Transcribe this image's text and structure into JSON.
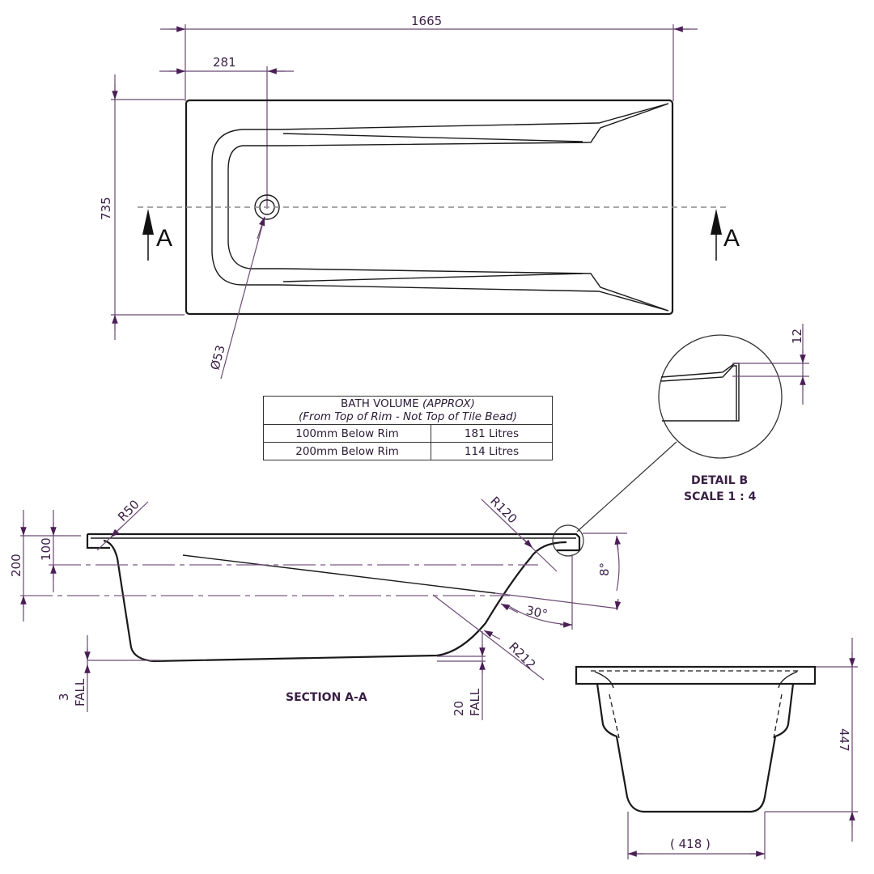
{
  "drawing": {
    "plan_view": {
      "overall_length": "1665",
      "waste_offset": "281",
      "overall_width": "735",
      "waste_diameter": "Ø53",
      "section_marker_left": "A",
      "section_marker_right": "A"
    },
    "volume_table": {
      "title": "BATH VOLUME",
      "title_note": "(APPROX)",
      "subtitle": "(From Top of Rim - Not Top of Tile Bead)",
      "rows": [
        {
          "depth": "100mm Below Rim",
          "volume": "181 Litres"
        },
        {
          "depth": "200mm Below Rim",
          "volume": "114 Litres"
        }
      ]
    },
    "detail_b": {
      "title": "DETAIL B",
      "scale": "SCALE 1 : 4",
      "bead_height": "12"
    },
    "section_aa": {
      "title": "SECTION A-A",
      "radius_head": "R50",
      "radius_foot_top": "R120",
      "radius_foot_bottom": "R212",
      "depth_100": "100",
      "depth_200": "200",
      "angle_slope": "8°",
      "angle_backrest": "30°",
      "fall_head_value": "3",
      "fall_head_label": "FALL",
      "fall_foot_value": "20",
      "fall_foot_label": "FALL"
    },
    "end_view": {
      "overall_depth": "447",
      "base_width": "( 418 )"
    },
    "colors": {
      "dimension": "#6b4a73",
      "outline": "#1a1a1a",
      "text": "#3a1f45"
    }
  }
}
